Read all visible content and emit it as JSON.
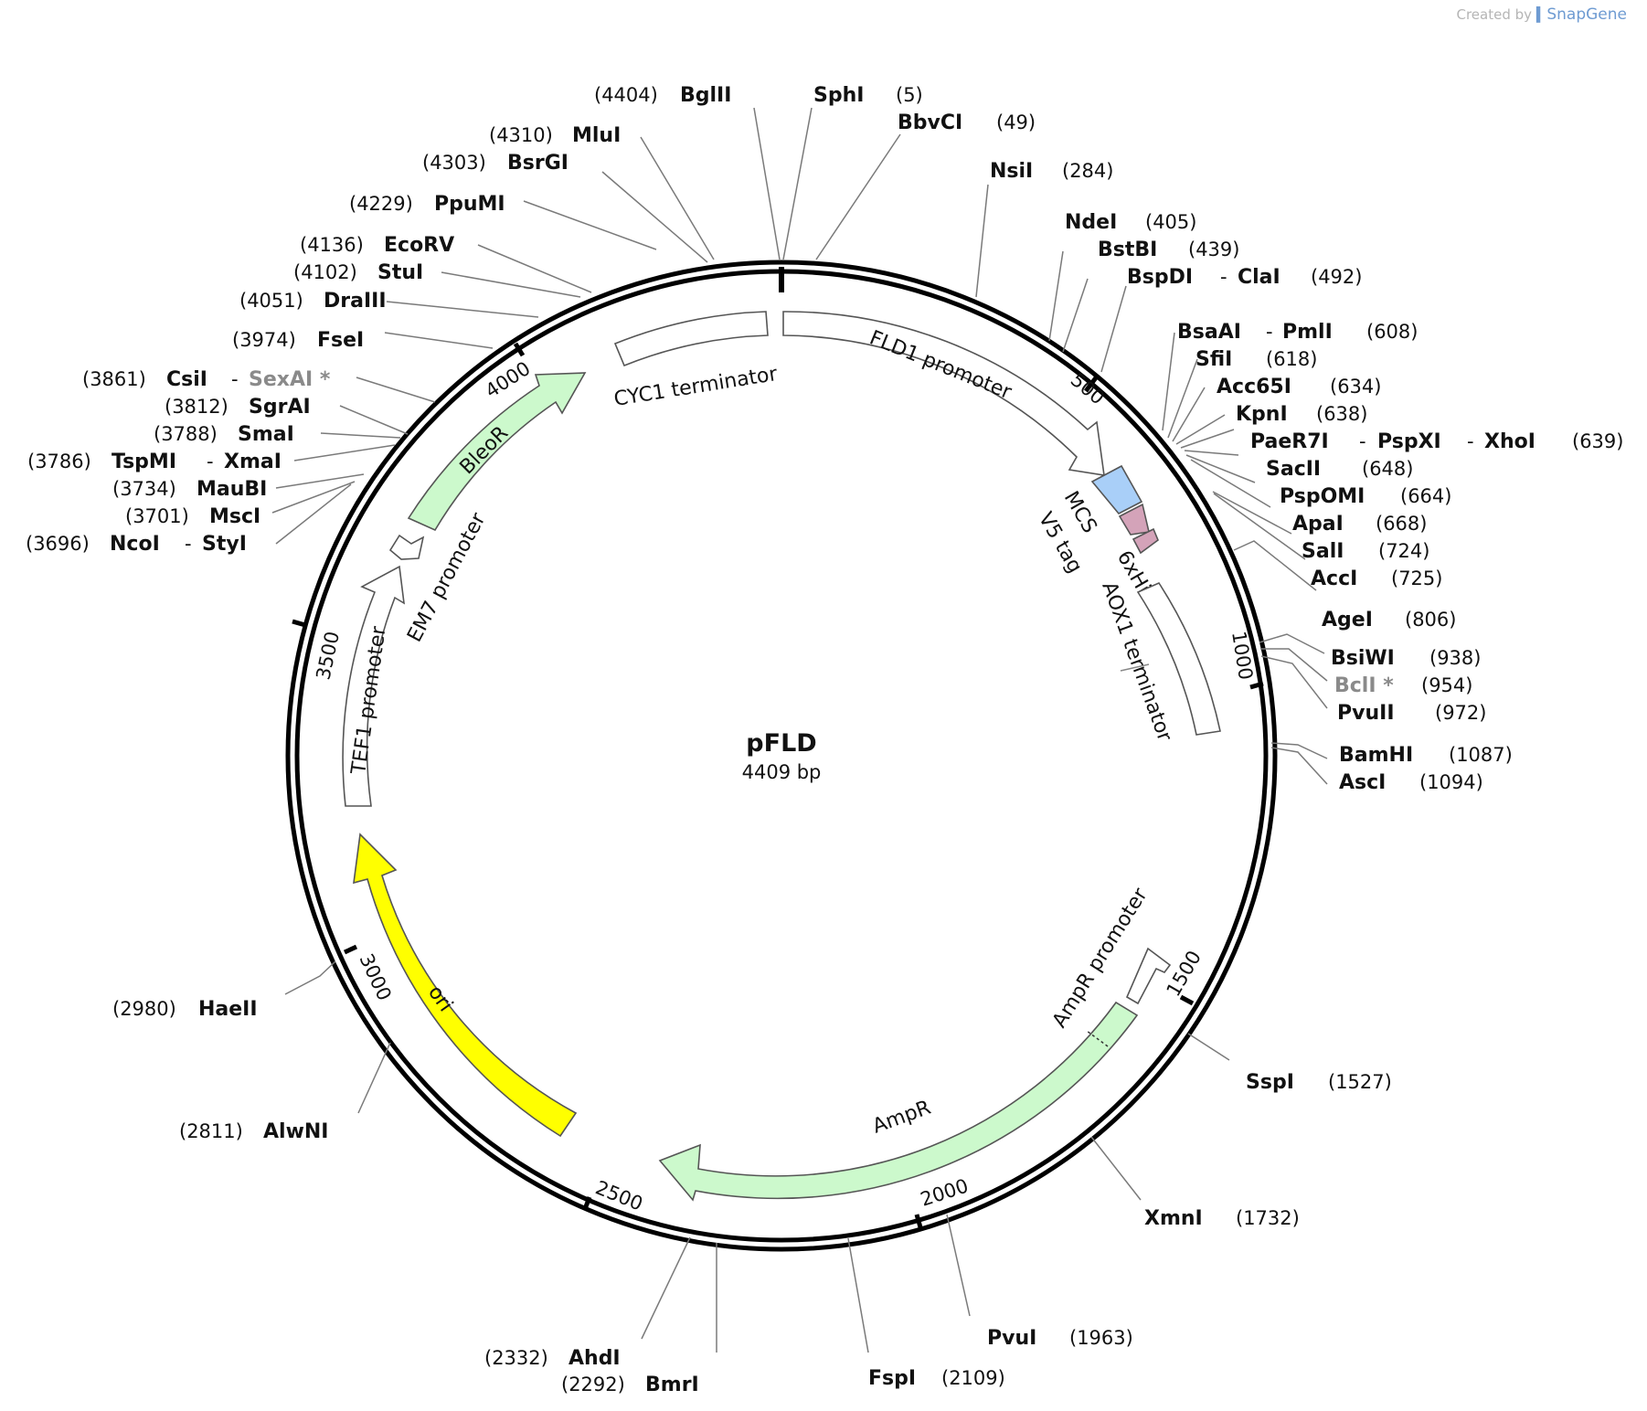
{
  "credit": {
    "prefix": "Created by",
    "brand": "SnapGene"
  },
  "plasmid": {
    "name": "pFLD",
    "size_label": "4409 bp",
    "length": 4409
  },
  "ticks": [
    "500",
    "1000",
    "1500",
    "2000",
    "2500",
    "3000",
    "3500",
    "4000"
  ],
  "features": [
    {
      "id": "cyc1",
      "label": "CYC1 terminator",
      "fill": "#ffffff"
    },
    {
      "id": "fld1",
      "label": "FLD1 promoter",
      "fill": "#ffffff"
    },
    {
      "id": "mcs",
      "label": "MCS",
      "fill": "#a9cff8"
    },
    {
      "id": "v5",
      "label": "V5 tag",
      "fill": "#d4a3b9"
    },
    {
      "id": "his",
      "label": "6xHis",
      "fill": "#d4a3b9"
    },
    {
      "id": "aox1",
      "label": "AOX1 terminator",
      "fill": "#ffffff"
    },
    {
      "id": "amppro",
      "label": "AmpR promoter",
      "fill": "#ffffff"
    },
    {
      "id": "ampr",
      "label": "AmpR",
      "fill": "#ccf9cc"
    },
    {
      "id": "ori",
      "label": "ori",
      "fill": "#ffff00"
    },
    {
      "id": "tef1",
      "label": "TEF1 promoter",
      "fill": "#ffffff"
    },
    {
      "id": "em7",
      "label": "EM7 promoter",
      "fill": "#ffffff"
    },
    {
      "id": "bleor",
      "label": "BleoR",
      "fill": "#ccf9cc"
    }
  ],
  "sites": [
    {
      "names": [
        "BglII"
      ],
      "pos": "(4404)"
    },
    {
      "names": [
        "SphI"
      ],
      "pos": "(5)"
    },
    {
      "names": [
        "BbvCI"
      ],
      "pos": "(49)"
    },
    {
      "names": [
        "MluI"
      ],
      "pos": "(4310)"
    },
    {
      "names": [
        "BsrGI"
      ],
      "pos": "(4303)"
    },
    {
      "names": [
        "NsiI"
      ],
      "pos": "(284)"
    },
    {
      "names": [
        "PpuMI"
      ],
      "pos": "(4229)"
    },
    {
      "names": [
        "NdeI"
      ],
      "pos": "(405)"
    },
    {
      "names": [
        "EcoRV"
      ],
      "pos": "(4136)"
    },
    {
      "names": [
        "BstBI"
      ],
      "pos": "(439)"
    },
    {
      "names": [
        "StuI"
      ],
      "pos": "(4102)"
    },
    {
      "names": [
        "BspDI",
        "ClaI"
      ],
      "pos": "(492)"
    },
    {
      "names": [
        "DraIII"
      ],
      "pos": "(4051)"
    },
    {
      "names": [
        "FseI"
      ],
      "pos": "(3974)"
    },
    {
      "names": [
        "BsaAI",
        "PmlI"
      ],
      "pos": "(608)"
    },
    {
      "names": [
        "SfiI"
      ],
      "pos": "(618)"
    },
    {
      "names": [
        "CsiI",
        "SexAI *"
      ],
      "pos": "(3861)"
    },
    {
      "names": [
        "Acc65I"
      ],
      "pos": "(634)"
    },
    {
      "names": [
        "SgrAI"
      ],
      "pos": "(3812)"
    },
    {
      "names": [
        "KpnI"
      ],
      "pos": "(638)"
    },
    {
      "names": [
        "SmaI"
      ],
      "pos": "(3788)"
    },
    {
      "names": [
        "PaeR7I",
        "PspXI",
        "XhoI"
      ],
      "pos": "(639)"
    },
    {
      "names": [
        "TspMI",
        "XmaI"
      ],
      "pos": "(3786)"
    },
    {
      "names": [
        "SacII"
      ],
      "pos": "(648)"
    },
    {
      "names": [
        "MauBI"
      ],
      "pos": "(3734)"
    },
    {
      "names": [
        "PspOMI"
      ],
      "pos": "(664)"
    },
    {
      "names": [
        "MscI"
      ],
      "pos": "(3701)"
    },
    {
      "names": [
        "ApaI"
      ],
      "pos": "(668)"
    },
    {
      "names": [
        "NcoI",
        "StyI"
      ],
      "pos": "(3696)"
    },
    {
      "names": [
        "SalI"
      ],
      "pos": "(724)"
    },
    {
      "names": [
        "AccI"
      ],
      "pos": "(725)"
    },
    {
      "names": [
        "AgeI"
      ],
      "pos": "(806)"
    },
    {
      "names": [
        "BsiWI"
      ],
      "pos": "(938)"
    },
    {
      "names": [
        "BclI *"
      ],
      "pos": "(954)"
    },
    {
      "names": [
        "PvuII"
      ],
      "pos": "(972)"
    },
    {
      "names": [
        "BamHI"
      ],
      "pos": "(1087)"
    },
    {
      "names": [
        "AscI"
      ],
      "pos": "(1094)"
    },
    {
      "names": [
        "HaeII"
      ],
      "pos": "(2980)"
    },
    {
      "names": [
        "SspI"
      ],
      "pos": "(1527)"
    },
    {
      "names": [
        "AlwNI"
      ],
      "pos": "(2811)"
    },
    {
      "names": [
        "XmnI"
      ],
      "pos": "(1732)"
    },
    {
      "names": [
        "PvuI"
      ],
      "pos": "(1963)"
    },
    {
      "names": [
        "AhdI"
      ],
      "pos": "(2332)"
    },
    {
      "names": [
        "FspI"
      ],
      "pos": "(2109)"
    },
    {
      "names": [
        "BmrI"
      ],
      "pos": "(2292)"
    }
  ]
}
